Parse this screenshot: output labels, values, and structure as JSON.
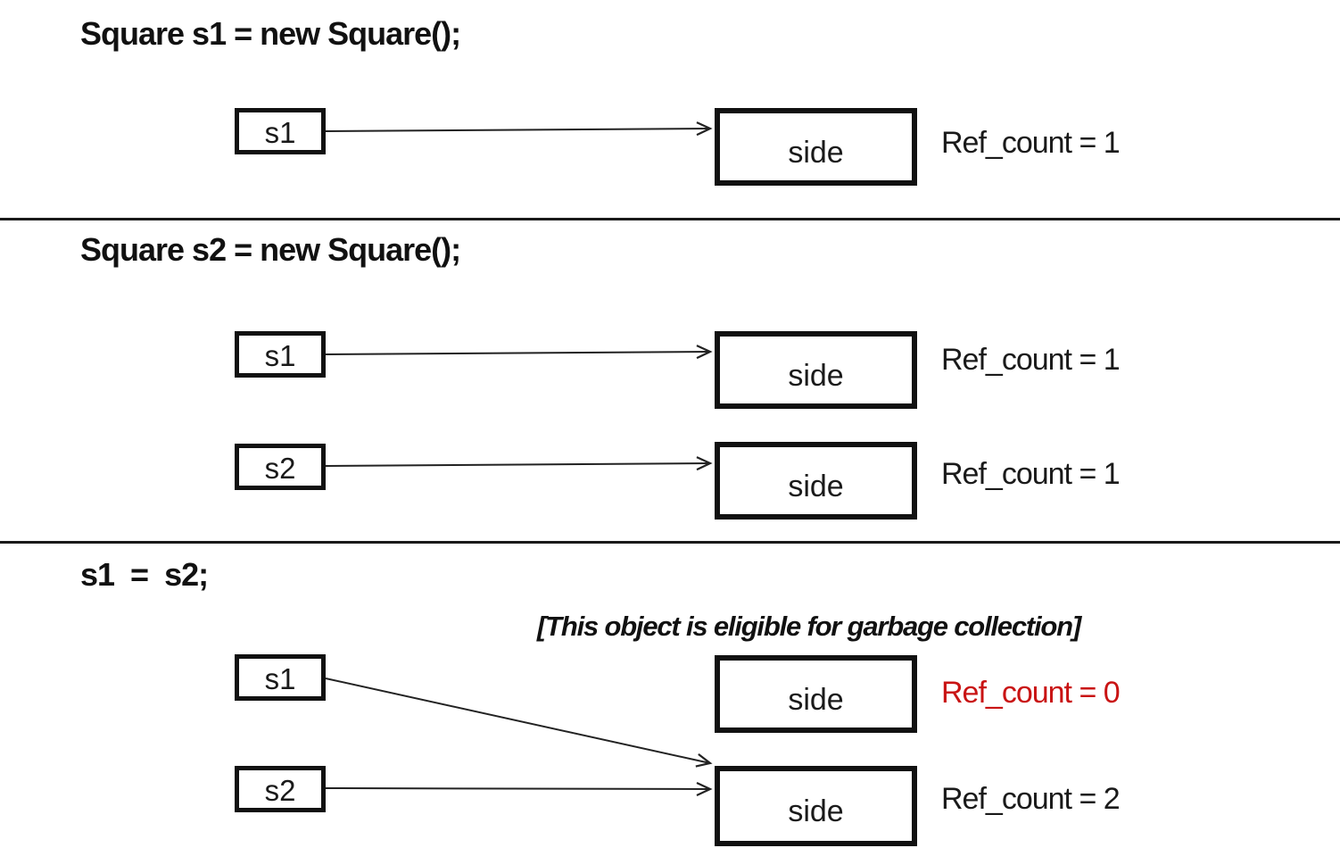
{
  "colors": {
    "ink": "#111111",
    "line": "#222222",
    "alert_red": "#c91414",
    "background": "#ffffff"
  },
  "sections": [
    {
      "code": "Square s1 = new Square();",
      "rows": [
        {
          "var": "s1",
          "object": "side",
          "ref": "Ref_count = 1"
        }
      ]
    },
    {
      "code": "Square s2 = new Square();",
      "rows": [
        {
          "var": "s1",
          "object": "side",
          "ref": "Ref_count = 1"
        },
        {
          "var": "s2",
          "object": "side",
          "ref": "Ref_count = 1"
        }
      ]
    },
    {
      "code": "s1  =  s2;",
      "note": "[This object is eligible for garbage collection]",
      "rows": [
        {
          "var": "s1",
          "object": "side",
          "ref": "Ref_count = 0"
        },
        {
          "var": "s2",
          "object": "side",
          "ref": "Ref_count = 2"
        }
      ]
    }
  ]
}
